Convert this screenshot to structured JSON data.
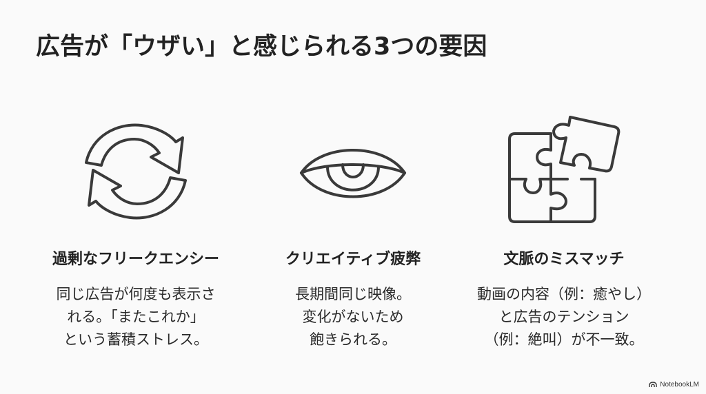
{
  "slide": {
    "title": "広告が「ウザい」と感じられる3つの要因",
    "background": "#fafafa",
    "text_color": "#262626",
    "icon_stroke_color": "#3a3a3a"
  },
  "factors": [
    {
      "icon": "refresh-cycle-icon",
      "heading": "過剰なフリークエンシー",
      "lines": [
        "同じ広告が何度も表示さ",
        "れる。「またこれか」",
        "という蓄積ストレス。"
      ]
    },
    {
      "icon": "half-closed-eye-icon",
      "heading": "クリエイティブ疲弊",
      "lines": [
        "長期間同じ映像。",
        "変化がないため",
        "飽きられる。"
      ]
    },
    {
      "icon": "puzzle-pieces-icon",
      "heading": "文脈のミスマッチ",
      "lines": [
        "動画の内容（例：癒やし）",
        "と広告のテンション",
        "（例：絶叫）が不一致。"
      ]
    }
  ],
  "watermark": {
    "icon": "notebooklm-logo-icon",
    "label": "NotebookLM"
  }
}
